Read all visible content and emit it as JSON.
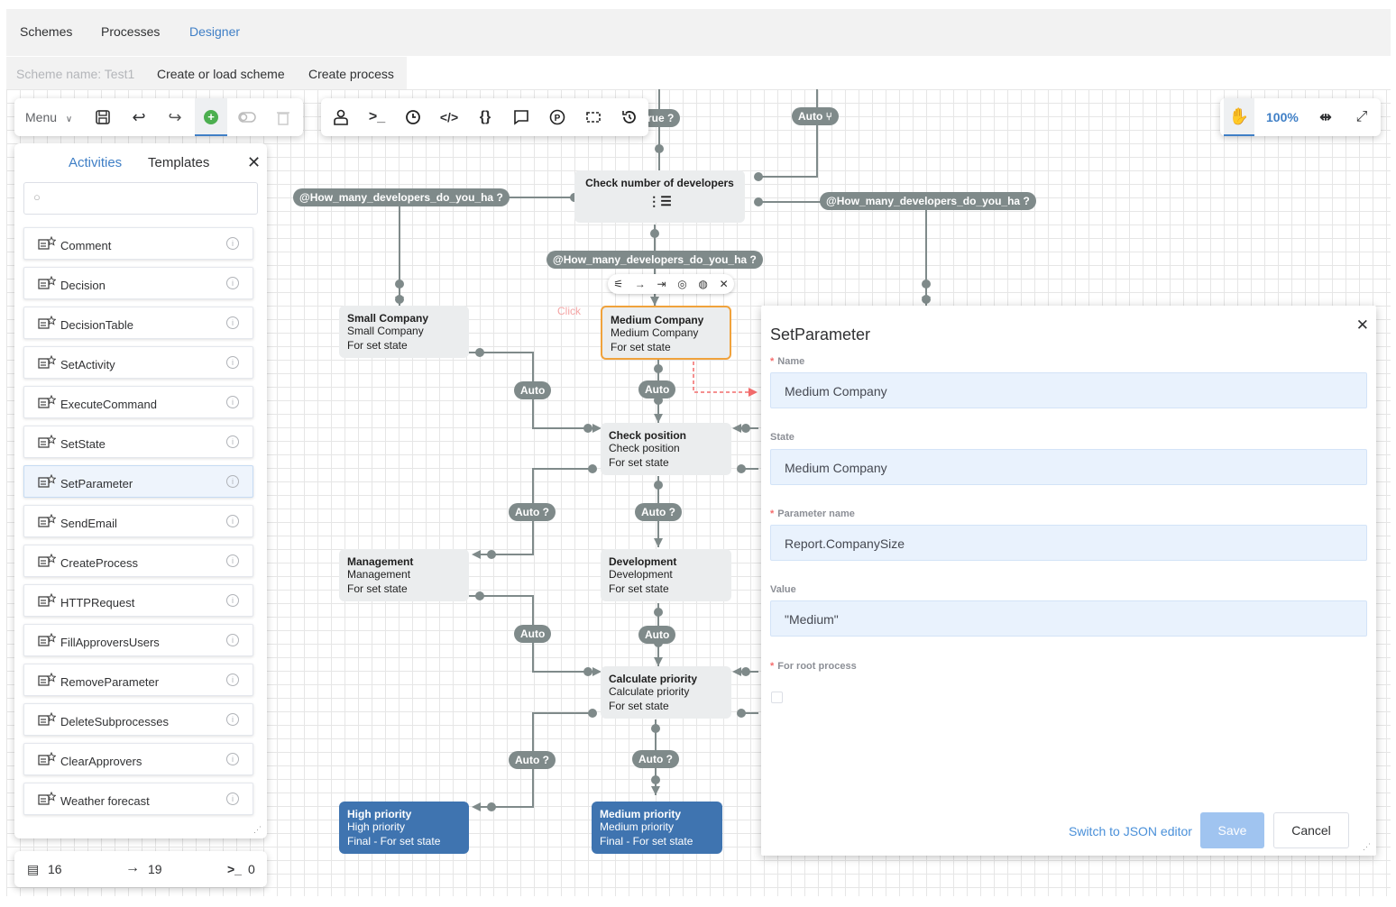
{
  "top_nav": {
    "schemes": "Schemes",
    "processes": "Processes",
    "designer": "Designer"
  },
  "sub_nav": {
    "scheme_name": "Scheme name: Test1",
    "create_or_load": "Create or load scheme",
    "create_process": "Create process"
  },
  "toolbar": {
    "menu": "Menu",
    "zoom": "100%"
  },
  "panel": {
    "tab_activities": "Activities",
    "tab_templates": "Templates",
    "items": [
      "Comment",
      "Decision",
      "DecisionTable",
      "SetActivity",
      "ExecuteCommand",
      "SetState",
      "SetParameter",
      "SendEmail",
      "CreateProcess",
      "HTTPRequest",
      "FillApproversUsers",
      "RemoveParameter",
      "DeleteSubprocesses",
      "ClearApprovers",
      "Weather forecast"
    ],
    "selected": "SetParameter"
  },
  "stats": {
    "activities": "16",
    "transitions": "19",
    "commands": "0"
  },
  "nodes": {
    "check_devs": {
      "title": "Check number of developers"
    },
    "small": {
      "title": "Small Company",
      "sub": "Small Company",
      "state": "For set state"
    },
    "medium": {
      "title": "Medium Company",
      "sub": "Medium Company",
      "state": "For set state"
    },
    "check_pos": {
      "title": "Check position",
      "sub": "Check position",
      "state": "For set state"
    },
    "management": {
      "title": "Management",
      "sub": "Management",
      "state": "For set state"
    },
    "development": {
      "title": "Development",
      "sub": "Development",
      "state": "For set state"
    },
    "calc": {
      "title": "Calculate priority",
      "sub": "Calculate priority",
      "state": "For set state"
    },
    "high": {
      "title": "High priority",
      "sub": "High priority",
      "state": "Final - For set state"
    },
    "med_pri": {
      "title": "Medium priority",
      "sub": "Medium priority",
      "state": "Final - For set state"
    }
  },
  "pills": {
    "true_q": "rue ?",
    "auto_fork": "Auto ⑂",
    "cond_left": "@How_many_developers_do_you_ha ?",
    "cond_right": "@How_many_developers_do_you_ha ?",
    "cond_mid": "@How_many_developers_do_you_ha ?",
    "auto": "Auto",
    "auto_q": "Auto ?"
  },
  "click_hint": "Click",
  "set_parameter": {
    "title": "SetParameter",
    "name_label": "Name",
    "name_value": "Medium Company",
    "state_label": "State",
    "state_value": "Medium Company",
    "param_label": "Parameter name",
    "param_value": "Report.CompanySize",
    "value_label": "Value",
    "value_value": "\"Medium\"",
    "root_label": "For root process",
    "json_link": "Switch to JSON editor",
    "save": "Save",
    "cancel": "Cancel"
  }
}
